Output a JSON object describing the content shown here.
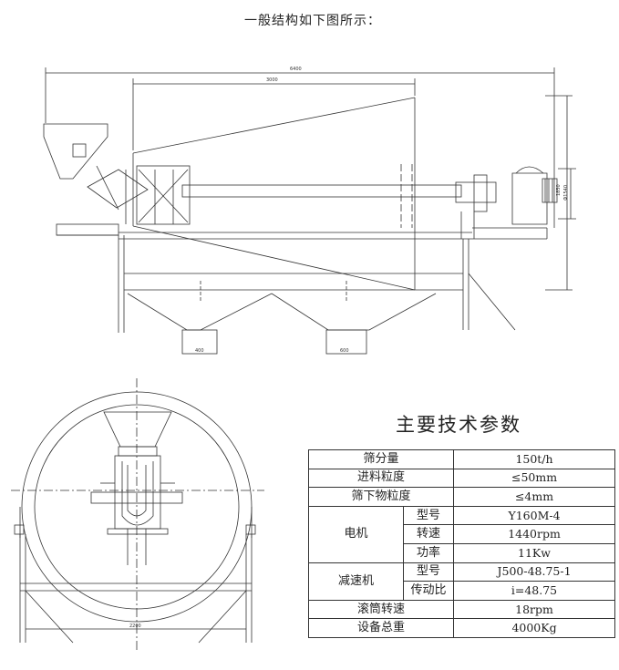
{
  "heading": "一般结构如下图所示：",
  "side_view": {
    "dims": {
      "overall_length": "6400",
      "drum_length": "3000",
      "height": "1850",
      "diameter": "Ф1540",
      "hopper_1": "400",
      "hopper_2": "600"
    }
  },
  "end_view": {
    "dims": {
      "base_width": "2200"
    }
  },
  "spec": {
    "title": "主要技术参数",
    "rows": {
      "screen_capacity": {
        "label": "筛分量",
        "value": "150t/h"
      },
      "feed_size": {
        "label": "进料粒度",
        "value": "≤50mm"
      },
      "undersize": {
        "label": "筛下物粒度",
        "value": "≤4mm"
      },
      "motor": {
        "label": "电机",
        "model": {
          "label": "型号",
          "value": "Y160M-4"
        },
        "speed": {
          "label": "转速",
          "value": "1440rpm"
        },
        "power": {
          "label": "功率",
          "value": "11Kw"
        }
      },
      "reducer": {
        "label": "减速机",
        "model": {
          "label": "型号",
          "value": "J500-48.75-1"
        },
        "ratio": {
          "label": "传动比",
          "value": "i=48.75"
        }
      },
      "drum_speed": {
        "label": "滚筒转速",
        "value": "18rpm"
      },
      "total_weight": {
        "label": "设备总重",
        "value": "4000Kg"
      }
    }
  }
}
